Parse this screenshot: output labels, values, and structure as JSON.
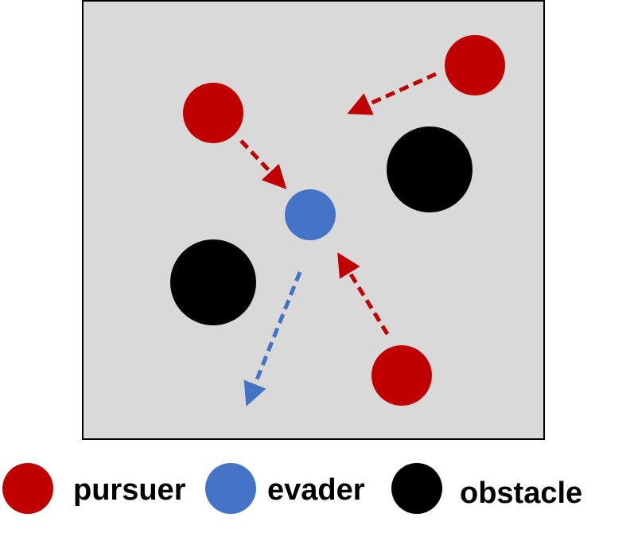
{
  "colors": {
    "arena_fill": "#d9d9d9",
    "arena_border": "#000000",
    "pursuer": "#c00000",
    "evader": "#4472c4",
    "obstacle": "#000000"
  },
  "legend": {
    "pursuer_label": "pursuer",
    "evader_label": "evader",
    "obstacle_label": "obstacle"
  },
  "entities": {
    "pursuers": 3,
    "evaders": 1,
    "obstacles": 2
  }
}
